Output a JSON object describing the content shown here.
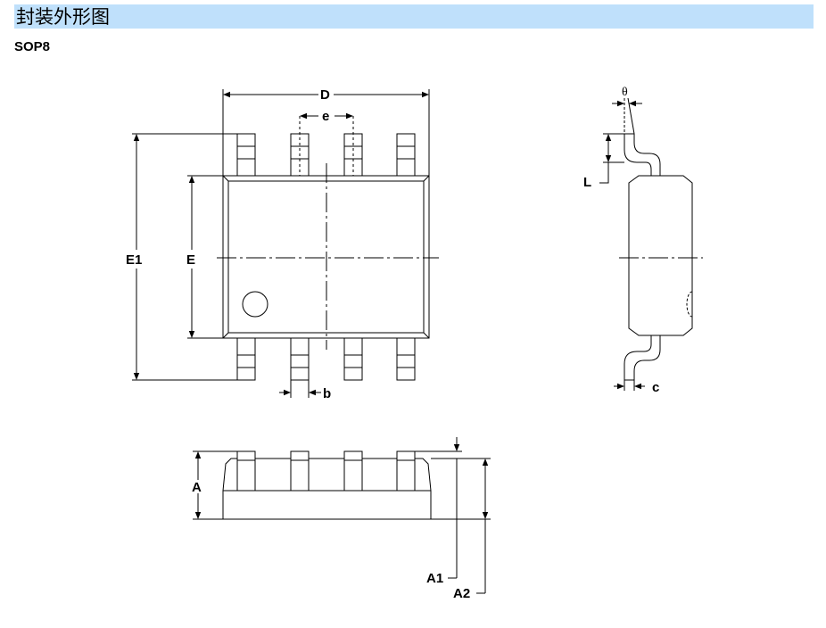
{
  "header": {
    "title": "封装外形图"
  },
  "package": {
    "name": "SOP8"
  },
  "labels": {
    "D": "D",
    "e": "e",
    "E1": "E1",
    "E": "E",
    "b": "b",
    "theta": "θ",
    "L": "L",
    "c": "c",
    "A": "A",
    "A1": "A1",
    "A2": "A2"
  },
  "colors": {
    "header_bg": "#bfe0fb",
    "line": "#000000"
  }
}
